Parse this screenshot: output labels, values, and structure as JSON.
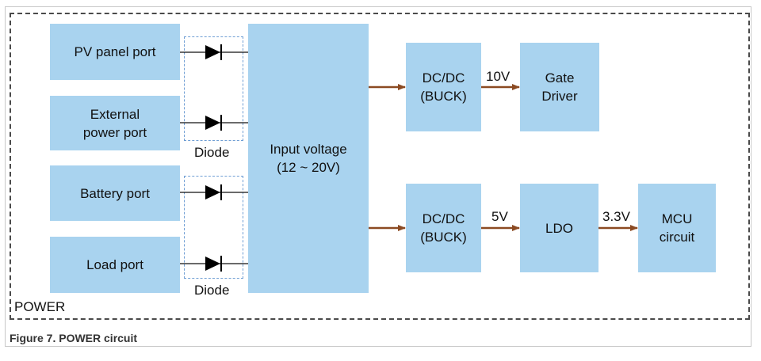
{
  "diagram": {
    "ports": {
      "pv_panel": "PV panel port",
      "external_power": "External\npower port",
      "battery": "Battery port",
      "load": "Load port"
    },
    "diode_label_top": "Diode",
    "diode_label_bottom": "Diode",
    "input_voltage": "Input voltage\n(12 ~ 20V)",
    "dcdc_top": "DC/DC\n(BUCK)",
    "dcdc_bottom": "DC/DC\n(BUCK)",
    "gate_driver": "Gate\nDriver",
    "ldo": "LDO",
    "mcu": "MCU\ncircuit",
    "v_10": "10V",
    "v_5": "5V",
    "v_3_3": "3.3V",
    "region_label": "POWER"
  },
  "caption": "Figure 7.  POWER circuit",
  "colors": {
    "block_fill": "#a9d3ef",
    "arrow": "#8b4a22",
    "diode_box": "#6f9ed4"
  }
}
